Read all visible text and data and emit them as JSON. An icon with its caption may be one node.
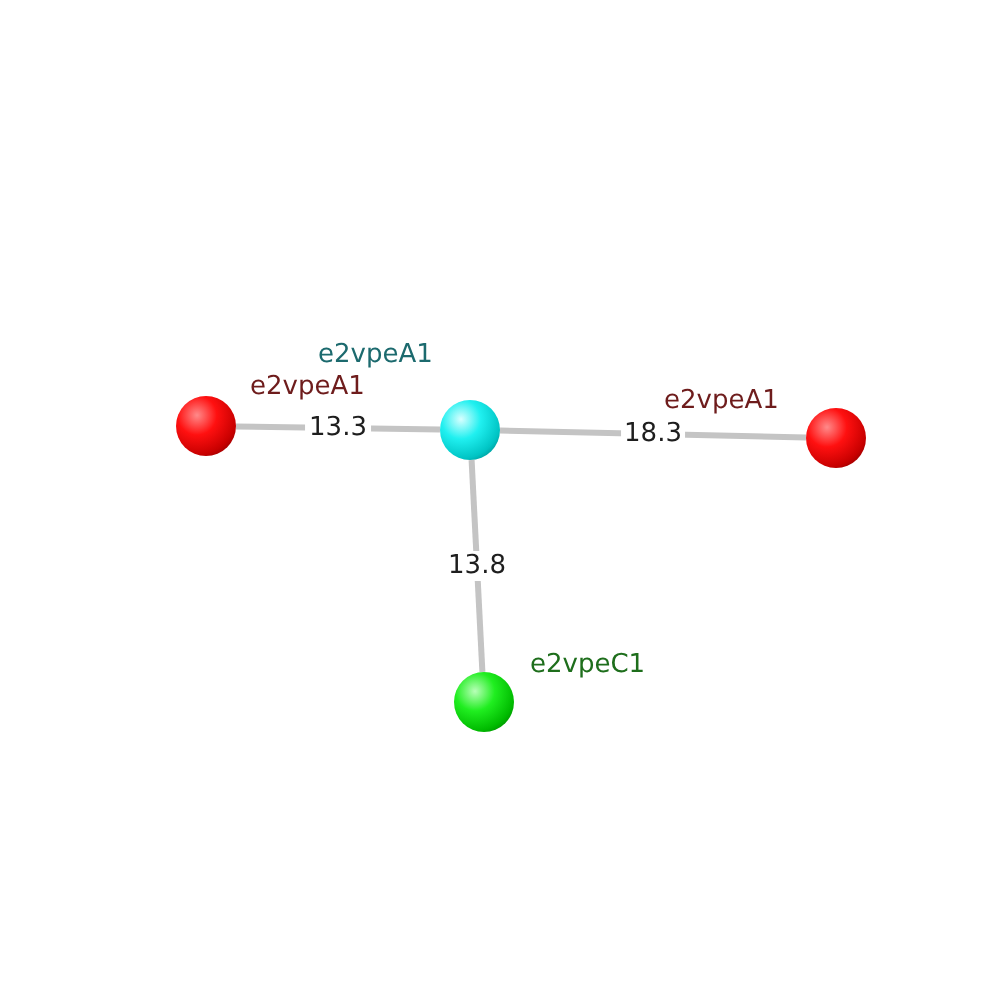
{
  "diagram": {
    "nodes": [
      {
        "text": [],
        "shape": "circle",
        "beside": [
          "e2vpeA1"
        ]
      },
      {
        "text": [],
        "shape": "circle",
        "beside": [
          "e2vpeA1"
        ]
      },
      {
        "text": [],
        "shape": "circle",
        "beside": [
          "e2vpeA1"
        ]
      },
      {
        "text": [],
        "shape": "circle",
        "beside": [
          "e2vpeC1"
        ]
      }
    ],
    "edges": [
      {
        "from": 0,
        "to": 1,
        "arrow": "none",
        "label": "13.3"
      },
      {
        "from": 1,
        "to": 2,
        "arrow": "none",
        "label": "18.3"
      },
      {
        "from": 1,
        "to": 3,
        "arrow": "none",
        "label": "13.8"
      }
    ]
  }
}
